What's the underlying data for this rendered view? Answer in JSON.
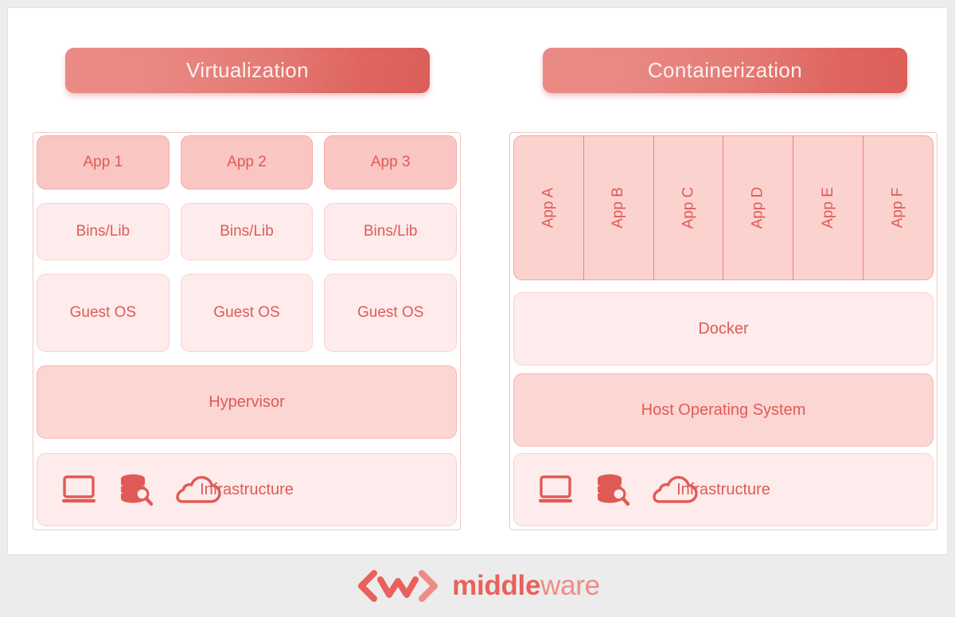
{
  "theme": {
    "accent": "#e05a55",
    "banner_gradient_from": "#e98a85",
    "banner_gradient_to": "#dc5e58",
    "fill_strong": "#fac6c3",
    "fill_mid": "#fcd6d3",
    "fill_light": "#fde3e1",
    "fill_pale": "#fdeceb",
    "canvas_bg": "#ffffff",
    "page_bg": "#ececec"
  },
  "left": {
    "banner": "Virtualization",
    "apps": [
      "App 1",
      "App 2",
      "App 3"
    ],
    "bins": [
      "Bins/Lib",
      "Bins/Lib",
      "Bins/Lib"
    ],
    "guest_os": [
      "Guest OS",
      "Guest OS",
      "Guest OS"
    ],
    "hypervisor": "Hypervisor",
    "infrastructure": "Infrastructure"
  },
  "right": {
    "banner": "Containerization",
    "apps": [
      "App A",
      "App B",
      "App C",
      "App D",
      "App E",
      "App F"
    ],
    "docker": "Docker",
    "host_os": "Host Operating System",
    "infrastructure": "Infrastructure"
  },
  "icons": {
    "laptop": "laptop-icon",
    "database_search": "database-search-icon",
    "cloud": "cloud-icon"
  },
  "footer": {
    "logo_mark": "middleware-chevron-mark",
    "brand_bold": "middle",
    "brand_light": "ware"
  }
}
